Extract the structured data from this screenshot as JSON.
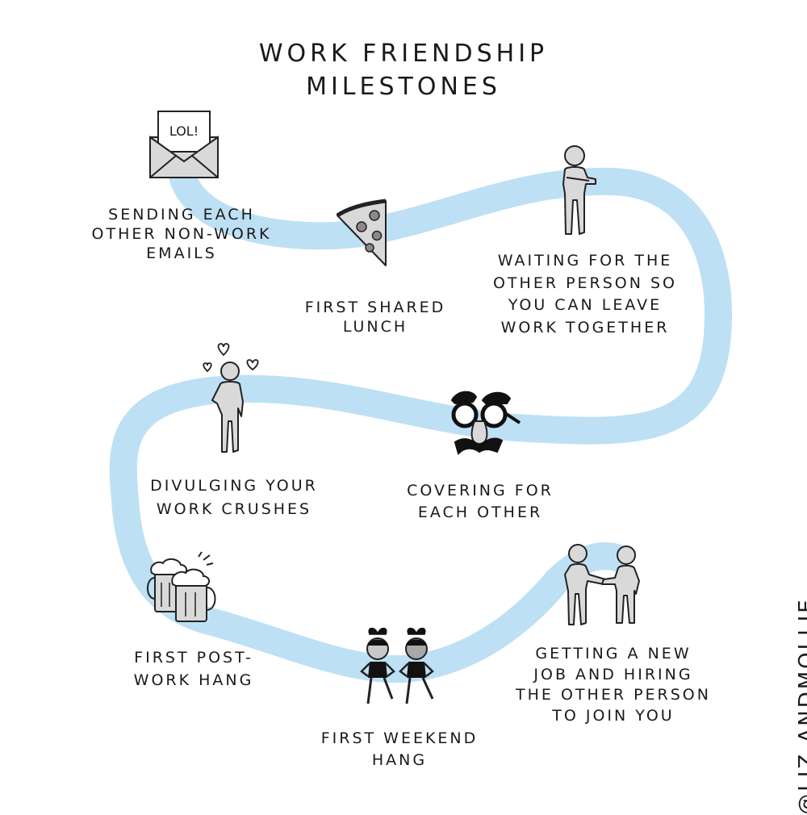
{
  "title_line1": "WORK FRIENDSHIP",
  "title_line2": "MILESTONES",
  "credit": "@LIZ ANDMOLLIE",
  "path_color": "#bde0f4",
  "icon_fill": "#d9d9d9",
  "stroke_color": "#222222",
  "milestones": [
    {
      "icon": "envelope-icon",
      "envelope_text": "LOL!",
      "lines": [
        "SENDING EACH",
        "OTHER NON-WORK",
        "EMAILS"
      ]
    },
    {
      "icon": "pizza-slice-icon",
      "lines": [
        "FIRST SHARED",
        "LUNCH"
      ]
    },
    {
      "icon": "person-checking-watch-icon",
      "lines": [
        "WAITING FOR THE",
        "OTHER PERSON SO",
        "YOU CAN LEAVE",
        "WORK TOGETHER"
      ]
    },
    {
      "icon": "disguise-glasses-icon",
      "lines": [
        "COVERING FOR",
        "EACH OTHER"
      ]
    },
    {
      "icon": "person-with-hearts-icon",
      "lines": [
        "DIVULGING YOUR",
        "WORK CRUSHES"
      ]
    },
    {
      "icon": "beer-mugs-icon",
      "lines": [
        "FIRST POST-",
        "WORK HANG"
      ]
    },
    {
      "icon": "bunny-dancers-icon",
      "lines": [
        "FIRST WEEKEND",
        "HANG"
      ]
    },
    {
      "icon": "handshake-people-icon",
      "lines": [
        "GETTING A NEW",
        "JOB AND HIRING",
        "THE OTHER PERSON",
        "TO JOIN YOU"
      ]
    }
  ]
}
